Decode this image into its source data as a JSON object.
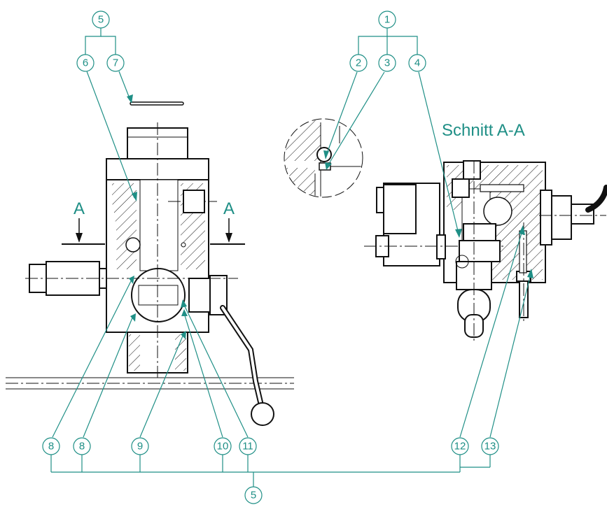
{
  "section_title": "Schnitt A-A",
  "section_marker": "A",
  "balloons": {
    "b5_top": "5",
    "b6": "6",
    "b7": "7",
    "b1": "1",
    "b2": "2",
    "b3": "3",
    "b4": "4",
    "b8a": "8",
    "b8b": "8",
    "b9": "9",
    "b10": "10",
    "b11": "11",
    "b12": "12",
    "b13": "13",
    "b5_bottom": "5"
  },
  "colors": {
    "annotation": "#1f8f86",
    "drawing": "#111111"
  }
}
